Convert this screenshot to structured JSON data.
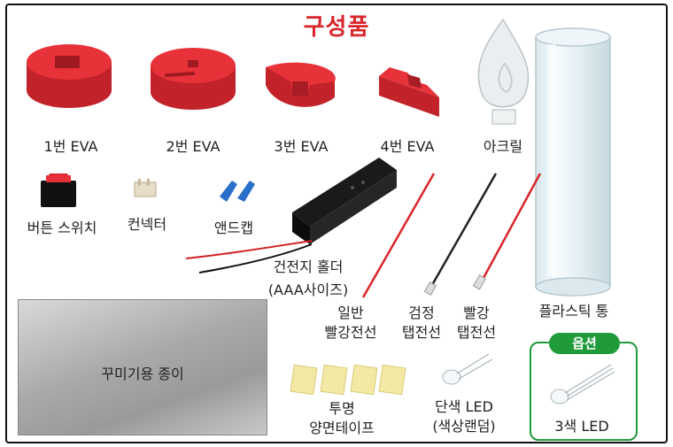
{
  "title": "구성품",
  "components": {
    "eva1": "1번 EVA",
    "eva2": "2번 EVA",
    "eva3": "3번 EVA",
    "eva4": "4번 EVA",
    "acrylic": "아크릴",
    "button_switch": "버튼 스위치",
    "connector": "컨넥터",
    "end_cap": "앤드캡",
    "battery_holder": "건전지 홀더",
    "battery_size": "(AAA사이즈)",
    "wire_red_line1": "일반",
    "wire_red_line2": "빨강전선",
    "wire_black_line1": "검정",
    "wire_black_line2": "탭전선",
    "wire_red_tab_line1": "빨강",
    "wire_red_tab_line2": "탭전선",
    "plastic_tube": "플라스틱 통",
    "deco_paper": "꾸미기용 종이",
    "tape_line1": "투명",
    "tape_line2": "양면테이프",
    "led_single_line1": "단색 LED",
    "led_single_line2": "(색상랜덤)",
    "option_tag": "옵션",
    "led_tricolor": "3색 LED"
  },
  "colors": {
    "eva_red": "#e8323a",
    "title_red": "#d8262c",
    "option_green": "#1f9b3a"
  }
}
